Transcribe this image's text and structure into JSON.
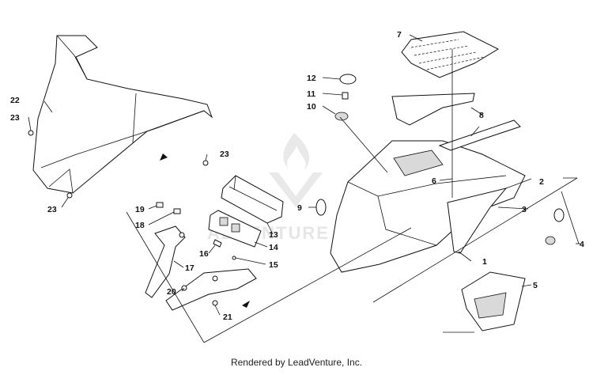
{
  "watermark": "ADVENTURE",
  "footer": "Rendered by LeadVenture, Inc.",
  "callouts": {
    "c1": "1",
    "c2": "2",
    "c3": "3",
    "c4": "4",
    "c5": "5",
    "c6": "6",
    "c7": "7",
    "c8": "8",
    "c9": "9",
    "c10": "10",
    "c11": "11",
    "c12": "12",
    "c13": "13",
    "c14": "14",
    "c15": "15",
    "c16": "16",
    "c17": "17",
    "c18": "18",
    "c19": "19",
    "c20": "20",
    "c21": "21",
    "c22": "22",
    "c23a": "23",
    "c23b": "23",
    "c23c": "23"
  }
}
